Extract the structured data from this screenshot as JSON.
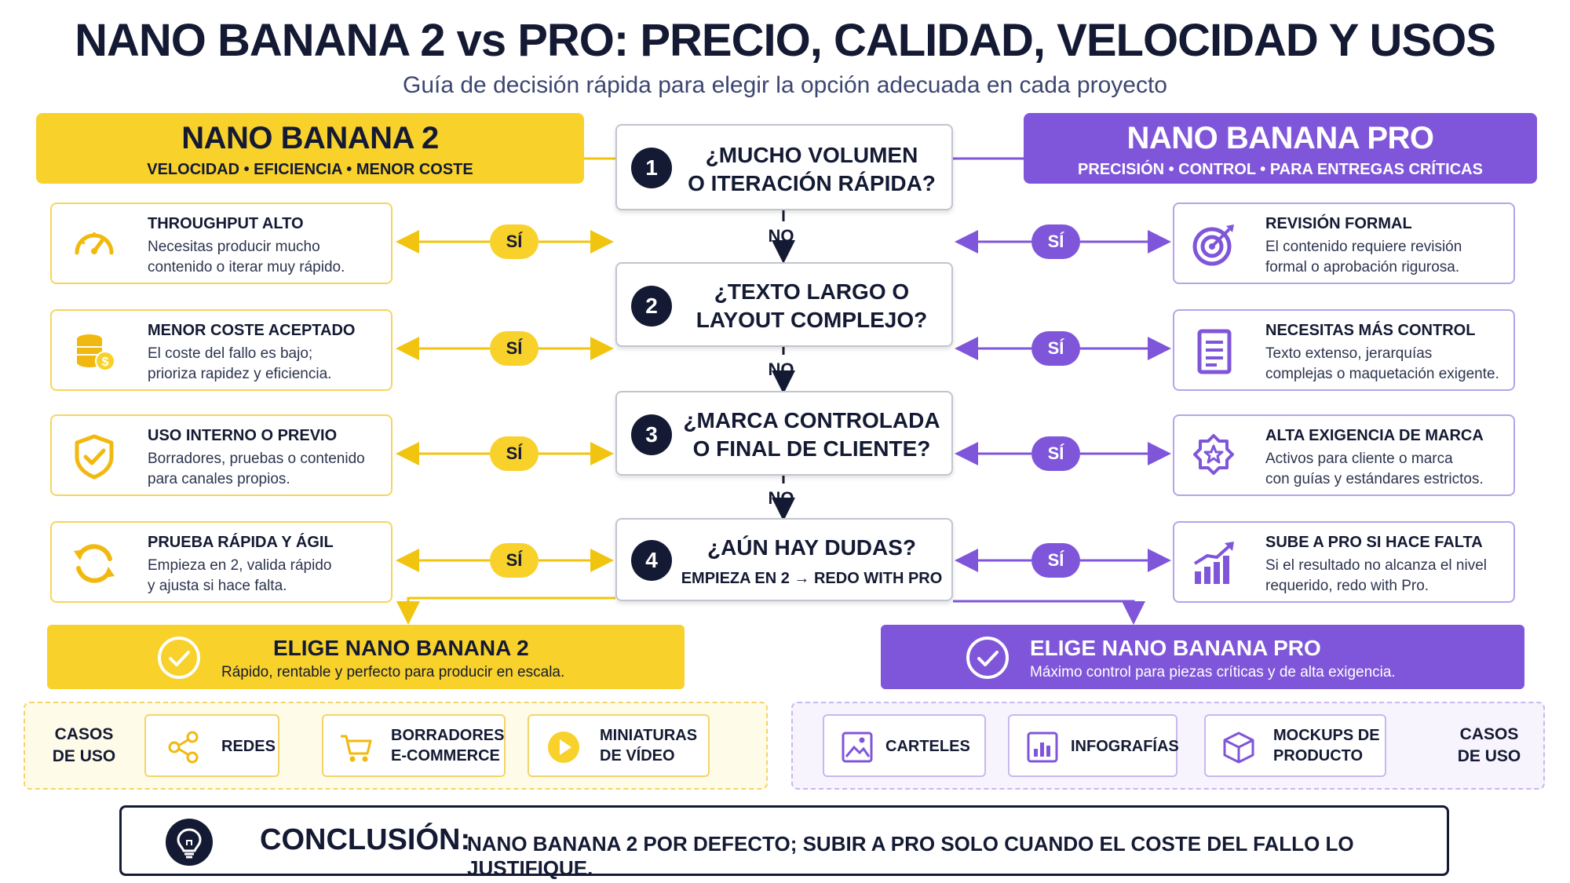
{
  "header": {
    "title": "NANO BANANA 2 vs PRO: PRECIO, CALIDAD, VELOCIDAD Y USOS",
    "subtitle": "Guía de decisión rápida para elegir la opción adecuada en cada proyecto"
  },
  "left_header": {
    "title": "NANO BANANA 2",
    "subtitle": "VELOCIDAD • EFICIENCIA • MENOR COSTE"
  },
  "right_header": {
    "title": "NANO BANANA PRO",
    "subtitle": "PRECISIÓN • CONTROL • PARA ENTREGAS CRÍTICAS"
  },
  "questions": [
    {
      "num": "1",
      "line1": "¿MUCHO VOLUMEN",
      "line2": "O ITERACIÓN RÁPIDA?"
    },
    {
      "num": "2",
      "line1": "¿TEXTO LARGO O",
      "line2": "LAYOUT COMPLEJO?"
    },
    {
      "num": "3",
      "line1": "¿MARCA CONTROLADA",
      "line2": "O FINAL DE CLIENTE?"
    },
    {
      "num": "4",
      "line1": "¿AÚN HAY DUDAS?",
      "sub": "EMPIEZA EN 2 → REDO WITH PRO"
    }
  ],
  "no_label": "NO",
  "si_label": "SÍ",
  "left_cards": [
    {
      "title": "THROUGHPUT ALTO",
      "desc1": "Necesitas producir mucho",
      "desc2": "contenido o iterar muy rápido.",
      "icon": "speedometer-icon"
    },
    {
      "title": "MENOR COSTE ACEPTADO",
      "desc1": "El coste del fallo es bajo;",
      "desc2": "prioriza rapidez y eficiencia.",
      "icon": "coins-icon"
    },
    {
      "title": "USO INTERNO O PREVIO",
      "desc1": "Borradores, pruebas o contenido",
      "desc2": "para canales propios.",
      "icon": "shield-check-icon"
    },
    {
      "title": "PRUEBA RÁPIDA Y ÁGIL",
      "desc1": "Empieza en 2, valida rápido",
      "desc2": "y ajusta si hace falta.",
      "icon": "refresh-icon"
    }
  ],
  "right_cards": [
    {
      "title": "REVISIÓN FORMAL",
      "desc1": "El contenido requiere revisión",
      "desc2": "formal o aprobación rigurosa.",
      "icon": "target-icon"
    },
    {
      "title": "NECESITAS MÁS CONTROL",
      "desc1": "Texto extenso, jerarquías",
      "desc2": "complejas o maquetación exigente.",
      "icon": "document-icon"
    },
    {
      "title": "ALTA EXIGENCIA DE MARCA",
      "desc1": "Activos para cliente o marca",
      "desc2": "con guías y estándares estrictos.",
      "icon": "star-badge-icon"
    },
    {
      "title": "SUBE A PRO SI HACE FALTA",
      "desc1": "Si el resultado no alcanza el nivel",
      "desc2": "requerido, redo with Pro.",
      "icon": "growth-chart-icon"
    }
  ],
  "choose_left": {
    "title": "ELIGE NANO BANANA 2",
    "subtitle": "Rápido, rentable y perfecto para producir en escala."
  },
  "choose_right": {
    "title": "ELIGE NANO BANANA PRO",
    "subtitle": "Máximo control para piezas críticas y de alta exigencia."
  },
  "uses_label": {
    "line1": "CASOS",
    "line2": "DE USO"
  },
  "uses_left": [
    {
      "line1": "REDES",
      "line2": "",
      "icon": "share-icon"
    },
    {
      "line1": "BORRADORES",
      "line2": "E-COMMERCE",
      "icon": "cart-icon"
    },
    {
      "line1": "MINIATURAS",
      "line2": "DE VÍDEO",
      "icon": "play-icon"
    }
  ],
  "uses_right": [
    {
      "line1": "CARTELES",
      "line2": "",
      "icon": "image-icon"
    },
    {
      "line1": "INFOGRAFÍAS",
      "line2": "",
      "icon": "bar-chart-icon"
    },
    {
      "line1": "MOCKUPS DE",
      "line2": "PRODUCTO",
      "icon": "box-icon"
    }
  ],
  "conclusion": {
    "label": "CONCLUSIÓN:",
    "text": "NANO BANANA 2 POR DEFECTO; SUBIR A PRO SOLO CUANDO EL COSTE DEL FALLO LO JUSTIFIQUE."
  },
  "colors": {
    "yellow": "#f8d12a",
    "purple": "#7f56d9",
    "navy": "#141a33"
  }
}
